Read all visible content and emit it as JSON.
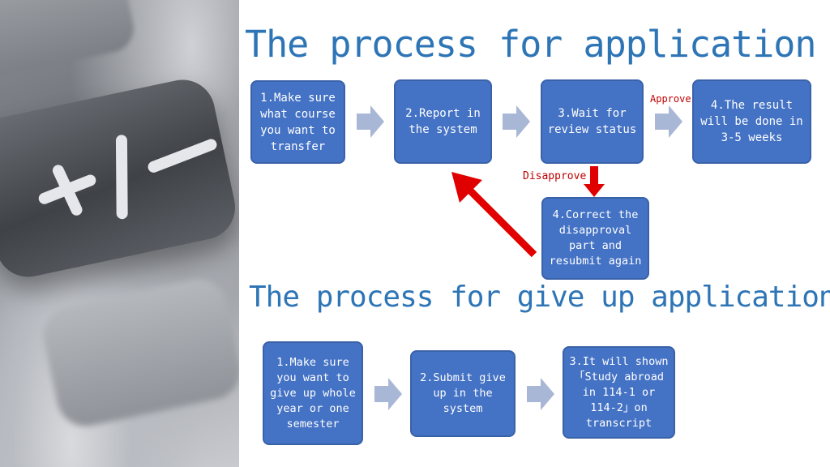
{
  "title_application": "The process for application",
  "title_give_up": "The process for give up application",
  "application_steps": [
    "1.Make sure what course you want to transfer",
    "2.Report in the system",
    "3.Wait for review status",
    "4.The result will be done in 3-5 weeks"
  ],
  "correction_step": "4.Correct the disapproval part and resubmit again",
  "approve_label": "Approve",
  "disapprove_label": "Disapprove",
  "give_up_steps": [
    "1.Make sure you want to give up whole year or one semester",
    "2.Submit give up in the system",
    "3.It will shown「Study abroad in 114-1 or 114-2」on transcript"
  ],
  "colors": {
    "title": "#2e75b6",
    "box": "#4472c4",
    "arrow_gray": "#a9b7d6",
    "arrow_red": "#e00000",
    "label_red": "#c00000"
  }
}
